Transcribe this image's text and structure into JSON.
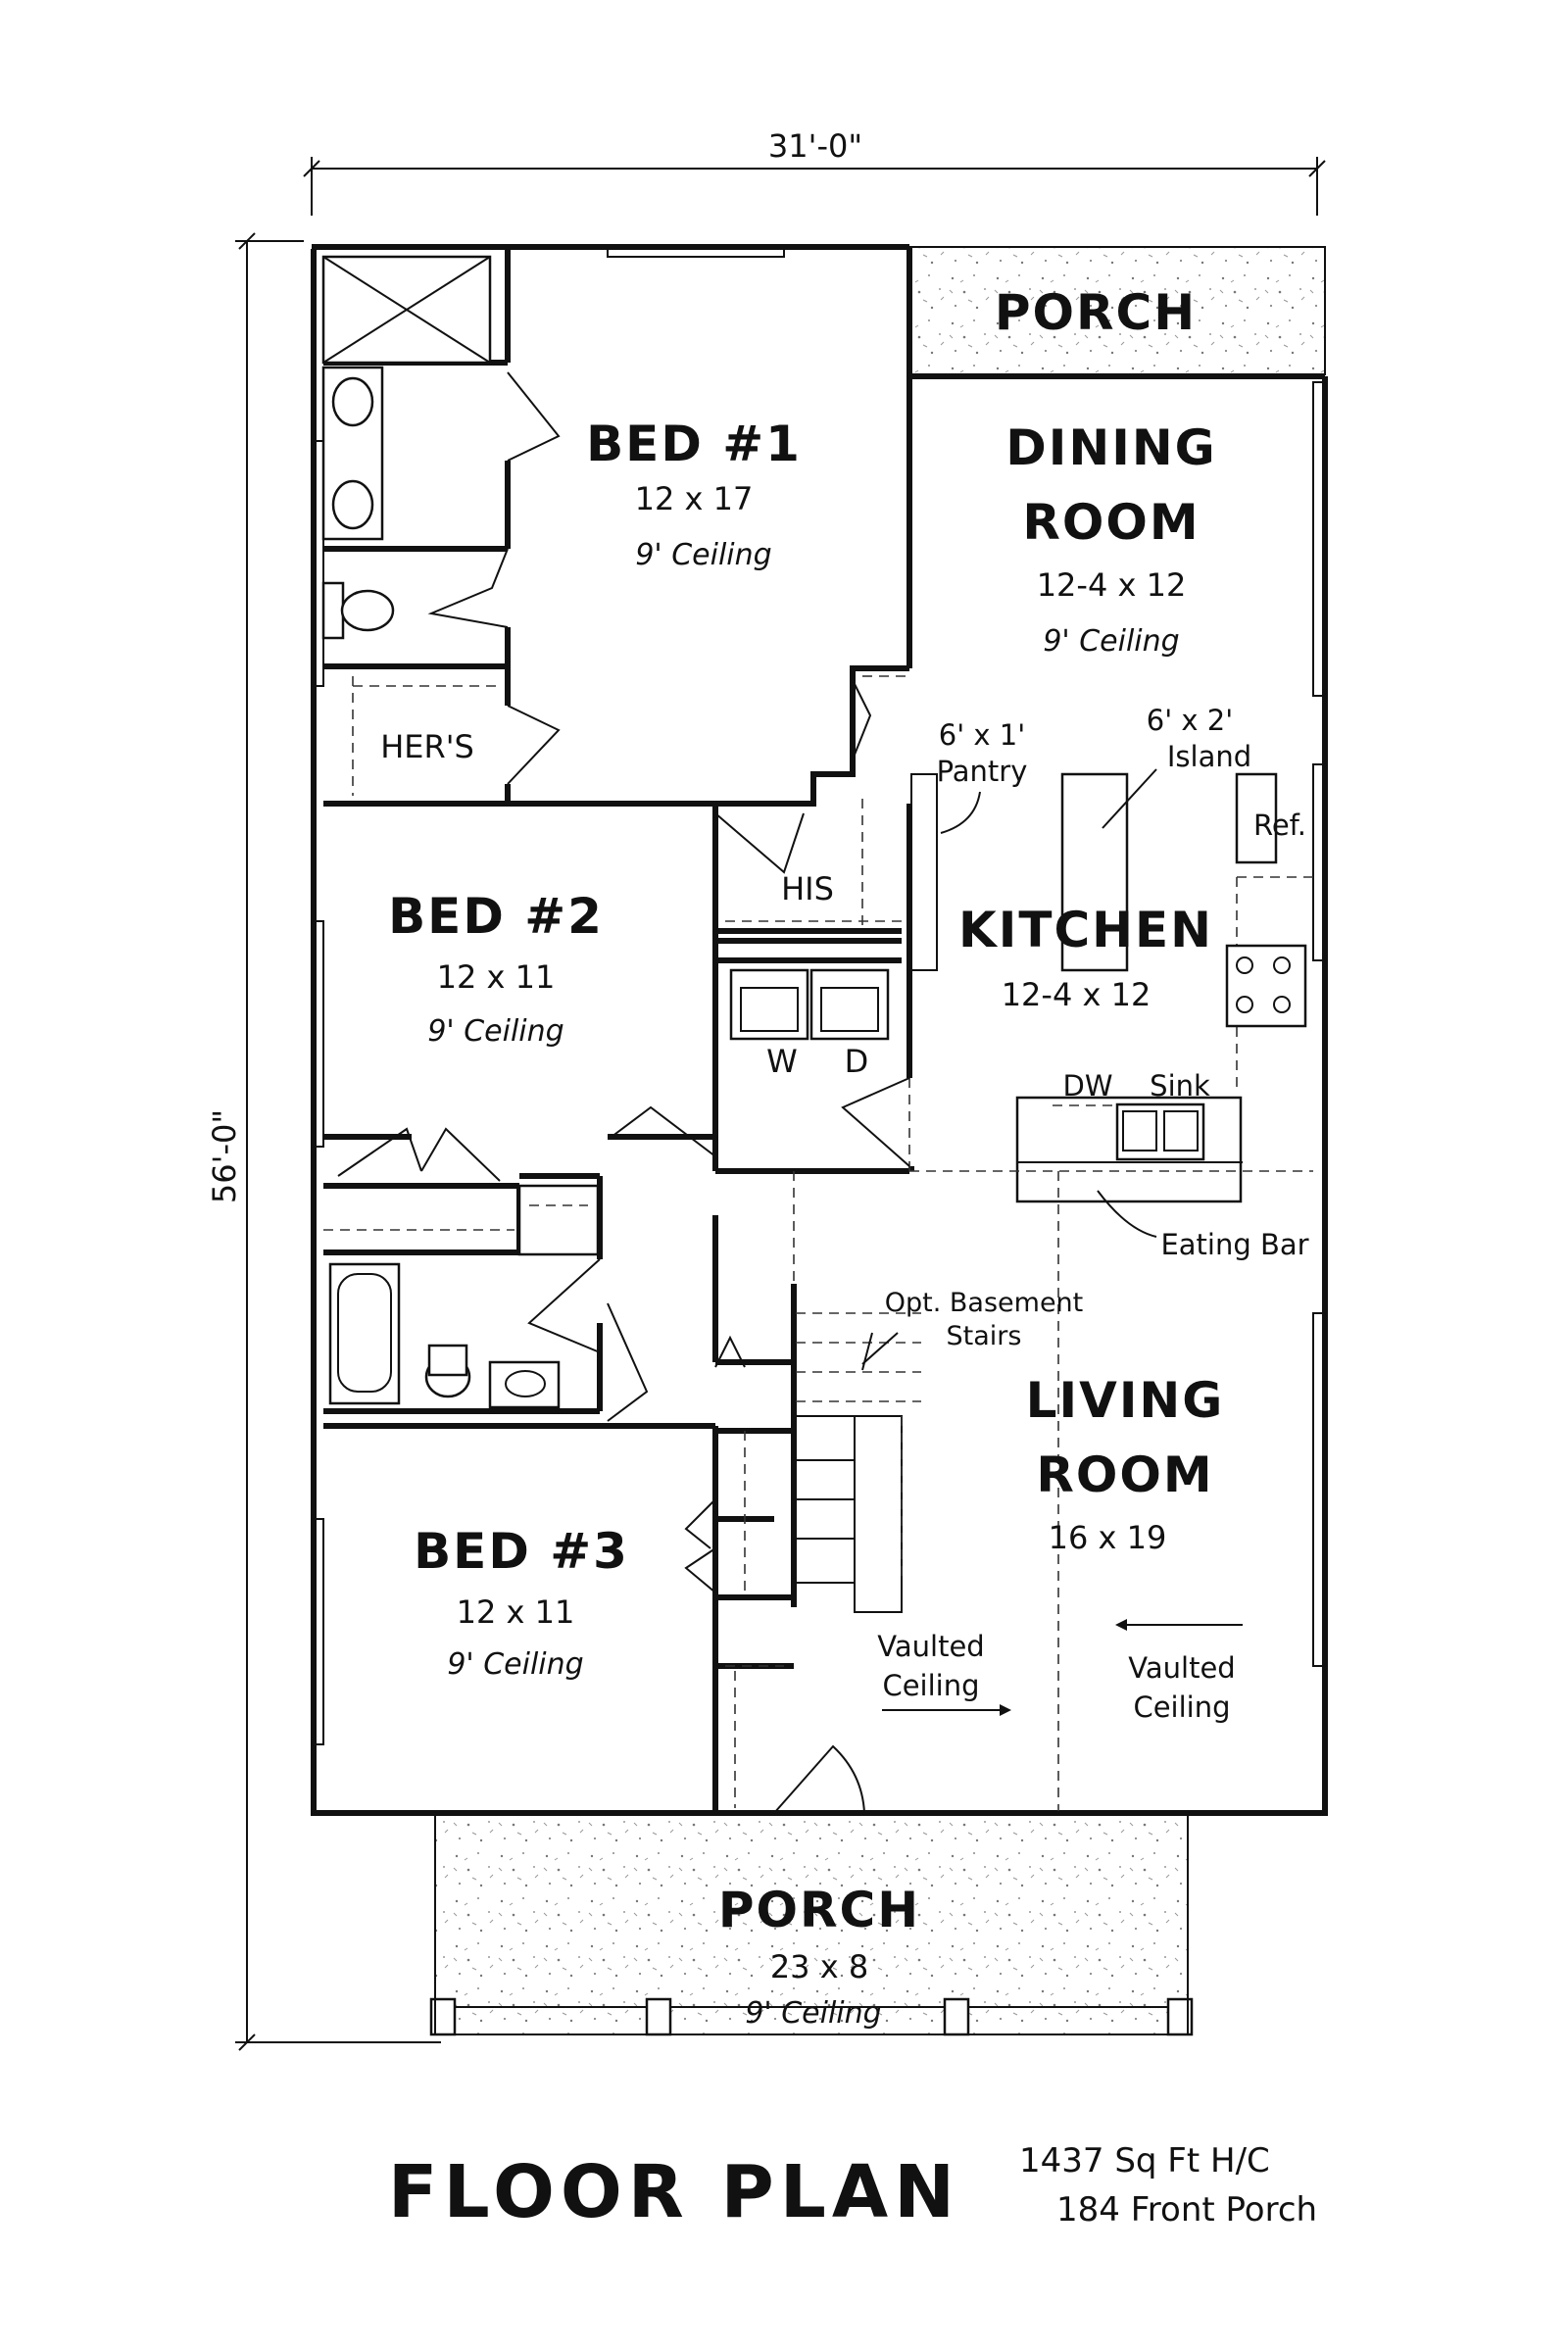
{
  "dimensions": {
    "width": "31'-0\"",
    "depth": "56'-0\""
  },
  "rooms": {
    "rear_porch": {
      "name": "PORCH"
    },
    "bed1": {
      "name": "BED #1",
      "size": "12 x 17",
      "ceiling": "9' Ceiling"
    },
    "dining": {
      "name1": "DINING",
      "name2": "ROOM",
      "size": "12-4 x 12",
      "ceiling": "9' Ceiling"
    },
    "hers": {
      "name": "HER'S"
    },
    "his": {
      "name": "HIS"
    },
    "bed2": {
      "name": "BED #2",
      "size": "12 x 11",
      "ceiling": "9' Ceiling"
    },
    "kitchen": {
      "name": "KITCHEN",
      "size": "12-4 x 12"
    },
    "living": {
      "name1": "LIVING",
      "name2": "ROOM",
      "size": "16 x 19"
    },
    "bed3": {
      "name": "BED #3",
      "size": "12 x 11",
      "ceiling": "9' Ceiling"
    },
    "front_porch": {
      "name": "PORCH",
      "size": "23 x 8",
      "ceiling": "9' Ceiling"
    }
  },
  "notes": {
    "pantry_1": "6' x 1'",
    "pantry_2": "Pantry",
    "island_1": "6' x 2'",
    "island_2": "Island",
    "ref": "Ref.",
    "dw": "DW",
    "sink": "Sink",
    "washer": "W",
    "dryer": "D",
    "eating_bar": "Eating Bar",
    "stairs_1": "Opt. Basement",
    "stairs_2": "Stairs",
    "vaulted_left_1": "Vaulted",
    "vaulted_left_2": "Ceiling",
    "vaulted_right_1": "Vaulted",
    "vaulted_right_2": "Ceiling"
  },
  "footer": {
    "title": "FLOOR PLAN",
    "heated_area": "1437 Sq Ft H/C",
    "porch_area": "184 Front Porch"
  }
}
